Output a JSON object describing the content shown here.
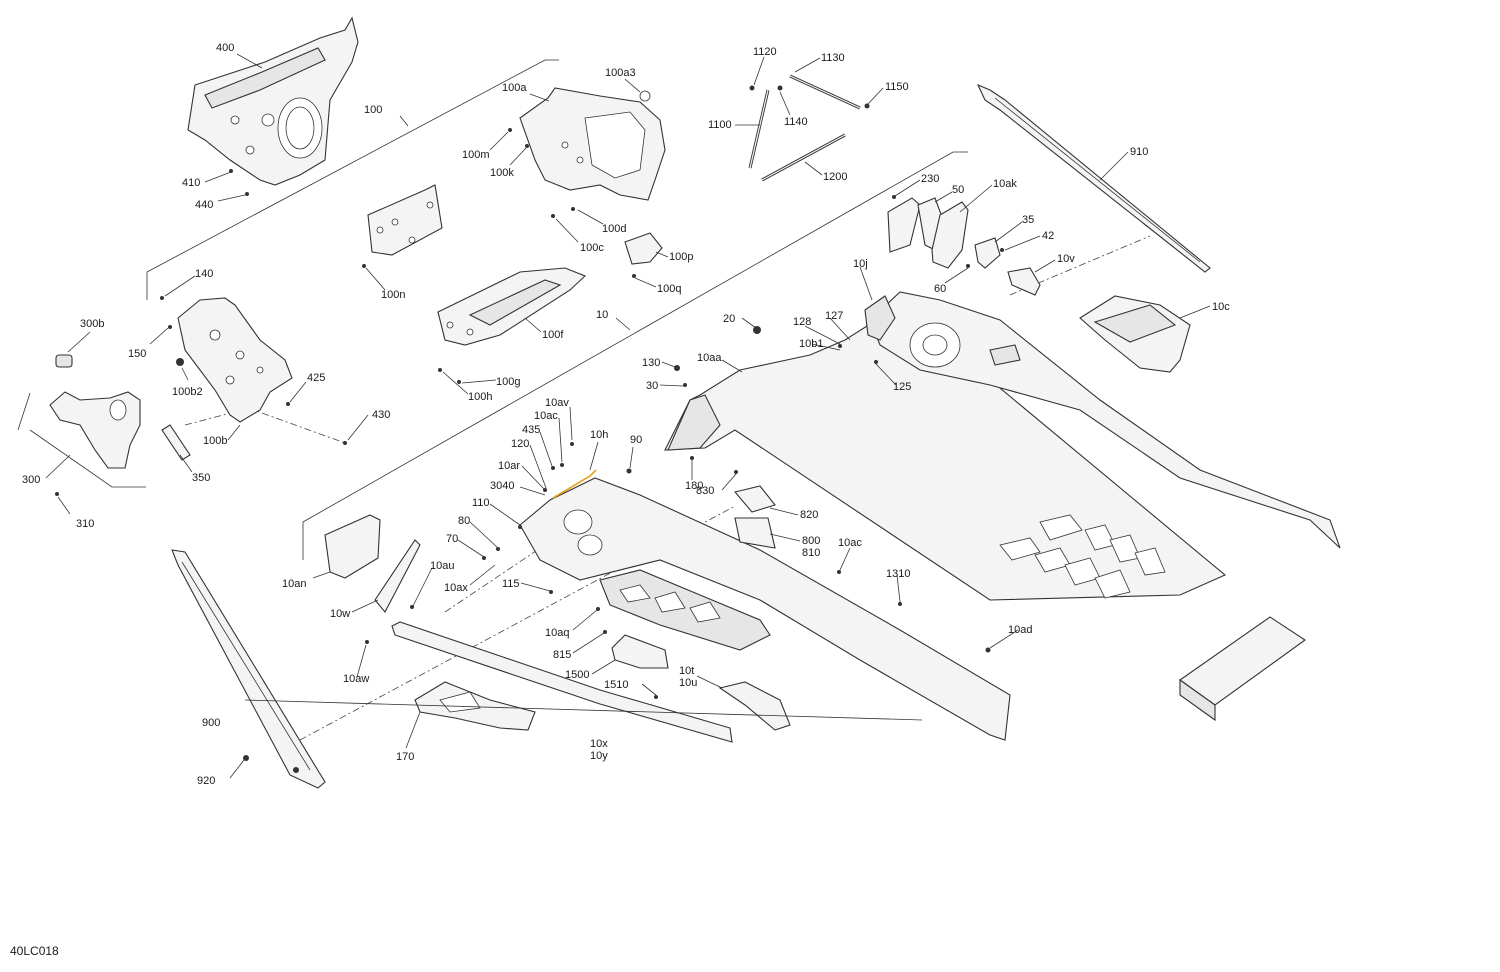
{
  "diagram_code": "40LC018",
  "callouts": [
    {
      "id": "c400",
      "text": "400"
    },
    {
      "id": "c100",
      "text": "100"
    },
    {
      "id": "c410",
      "text": "410"
    },
    {
      "id": "c440",
      "text": "440"
    },
    {
      "id": "c100a3",
      "text": "100a3"
    },
    {
      "id": "c100a",
      "text": "100a"
    },
    {
      "id": "c100m",
      "text": "100m"
    },
    {
      "id": "c100k",
      "text": "100k"
    },
    {
      "id": "c100d",
      "text": "100d"
    },
    {
      "id": "c100c",
      "text": "100c"
    },
    {
      "id": "c100p",
      "text": "100p"
    },
    {
      "id": "c100q",
      "text": "100q"
    },
    {
      "id": "c100n",
      "text": "100n"
    },
    {
      "id": "c100f",
      "text": "100f"
    },
    {
      "id": "c100g",
      "text": "100g"
    },
    {
      "id": "c100h",
      "text": "100h"
    },
    {
      "id": "c1120",
      "text": "1120"
    },
    {
      "id": "c1130",
      "text": "1130"
    },
    {
      "id": "c1150",
      "text": "1150"
    },
    {
      "id": "c1100",
      "text": "1100"
    },
    {
      "id": "c1140",
      "text": "1140"
    },
    {
      "id": "c1200",
      "text": "1200"
    },
    {
      "id": "c910",
      "text": "910"
    },
    {
      "id": "c230",
      "text": "230"
    },
    {
      "id": "c50",
      "text": "50"
    },
    {
      "id": "c10ak",
      "text": "10ak"
    },
    {
      "id": "c35",
      "text": "35"
    },
    {
      "id": "c42",
      "text": "42"
    },
    {
      "id": "c10v",
      "text": "10v"
    },
    {
      "id": "c60",
      "text": "60"
    },
    {
      "id": "c10j",
      "text": "10j"
    },
    {
      "id": "c10c",
      "text": "10c"
    },
    {
      "id": "c140",
      "text": "140"
    },
    {
      "id": "c300b",
      "text": "300b"
    },
    {
      "id": "c150",
      "text": "150"
    },
    {
      "id": "c100b2",
      "text": "100b2"
    },
    {
      "id": "c425",
      "text": "425"
    },
    {
      "id": "c430",
      "text": "430"
    },
    {
      "id": "c100b",
      "text": "100b"
    },
    {
      "id": "c300",
      "text": "300"
    },
    {
      "id": "c350",
      "text": "350"
    },
    {
      "id": "c310",
      "text": "310"
    },
    {
      "id": "c10",
      "text": "10"
    },
    {
      "id": "c20",
      "text": "20"
    },
    {
      "id": "c128",
      "text": "128"
    },
    {
      "id": "c127",
      "text": "127"
    },
    {
      "id": "c10b1",
      "text": "10b1"
    },
    {
      "id": "c125",
      "text": "125"
    },
    {
      "id": "c130",
      "text": "130"
    },
    {
      "id": "c10aa",
      "text": "10aa"
    },
    {
      "id": "c30",
      "text": "30"
    },
    {
      "id": "c10av",
      "text": "10av"
    },
    {
      "id": "c10ac1",
      "text": "10ac"
    },
    {
      "id": "c435",
      "text": "435"
    },
    {
      "id": "c10h",
      "text": "10h"
    },
    {
      "id": "c120",
      "text": "120"
    },
    {
      "id": "c90",
      "text": "90"
    },
    {
      "id": "c10ar",
      "text": "10ar"
    },
    {
      "id": "c180",
      "text": "180"
    },
    {
      "id": "c830",
      "text": "830"
    },
    {
      "id": "c3040",
      "text": "3040"
    },
    {
      "id": "c110",
      "text": "110"
    },
    {
      "id": "c820",
      "text": "820"
    },
    {
      "id": "c80",
      "text": "80"
    },
    {
      "id": "c800",
      "text": "800"
    },
    {
      "id": "c810",
      "text": "810"
    },
    {
      "id": "c10ac2",
      "text": "10ac"
    },
    {
      "id": "c70",
      "text": "70"
    },
    {
      "id": "c10an",
      "text": "10an"
    },
    {
      "id": "c10au",
      "text": "10au"
    },
    {
      "id": "c10ax",
      "text": "10ax"
    },
    {
      "id": "c1310",
      "text": "1310"
    },
    {
      "id": "c115",
      "text": "115"
    },
    {
      "id": "c10w",
      "text": "10w"
    },
    {
      "id": "c10aq",
      "text": "10aq"
    },
    {
      "id": "c10ad",
      "text": "10ad"
    },
    {
      "id": "c815",
      "text": "815"
    },
    {
      "id": "c10aw",
      "text": "10aw"
    },
    {
      "id": "c1500",
      "text": "1500"
    },
    {
      "id": "c10t",
      "text": "10t"
    },
    {
      "id": "c10u",
      "text": "10u"
    },
    {
      "id": "c1510",
      "text": "1510"
    },
    {
      "id": "c900",
      "text": "900"
    },
    {
      "id": "c170",
      "text": "170"
    },
    {
      "id": "c10x",
      "text": "10x"
    },
    {
      "id": "c10y",
      "text": "10y"
    },
    {
      "id": "c920",
      "text": "920"
    }
  ]
}
